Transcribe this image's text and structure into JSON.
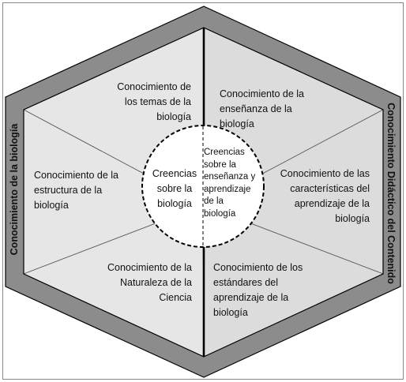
{
  "left_side_label": "Conocimiento de la biología",
  "right_side_label": "Conocimiento Didáctico del Contenido",
  "center_left_label": "Creencias\nsobre la\nbiología",
  "center_right_label": "Creencias\nsobre la\nenseñanza y\naprendizaje\nde la\nbiología",
  "segments": {
    "top_left": "Conocimiento de\nlos temas de la\nbiología",
    "middle_left": "Conocimiento de la\nestructura de la\nbiología",
    "bottom_left": "Conocimiento de la\nNaturaleza de la\nCiencia",
    "top_right": "Conocimiento de la\nenseñanza de la\nbiología",
    "middle_right": "Conocimiento de las\ncaracterísticas del\naprendizaje de la\nbiología",
    "bottom_right": "Conocimiento de los\nestándares del\naprendizaje de la\nbiología"
  },
  "colors": {
    "outer_band": "#8c8c8c",
    "inner_fill": "#e6e6e6",
    "stroke": "#000000"
  }
}
